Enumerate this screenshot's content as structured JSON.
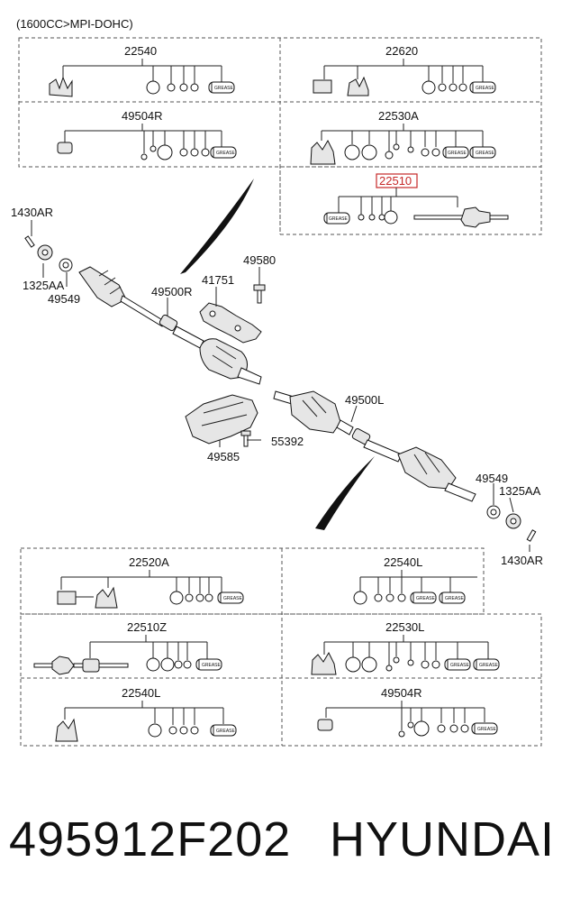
{
  "header": {
    "engine_spec": "(1600CC>MPI-DOHC)"
  },
  "highlight_color": "#c62828",
  "grease_text": "GREASE",
  "top_kits": [
    {
      "code": "22540"
    },
    {
      "code": "22620"
    },
    {
      "code": "49504R"
    },
    {
      "code": "22530A"
    },
    {
      "code": "22510",
      "highlighted": true
    }
  ],
  "bottom_kits": [
    {
      "code": "22520A"
    },
    {
      "code": "22540L"
    },
    {
      "code": "22510Z"
    },
    {
      "code": "22530L"
    },
    {
      "code": "22540L"
    },
    {
      "code": "49504R"
    }
  ],
  "callouts": {
    "c1430AR_left": "1430AR",
    "c1325AA_left": "1325AA",
    "c49549_left": "49549",
    "c49500R": "49500R",
    "c41751": "41751",
    "c49580": "49580",
    "c49500L": "49500L",
    "c55392": "55392",
    "c49585": "49585",
    "c49549_right": "49549",
    "c1325AA_right": "1325AA",
    "c1430AR_right": "1430AR"
  },
  "footer": {
    "part_number": "495912F202",
    "brand": "HYUNDAI"
  }
}
